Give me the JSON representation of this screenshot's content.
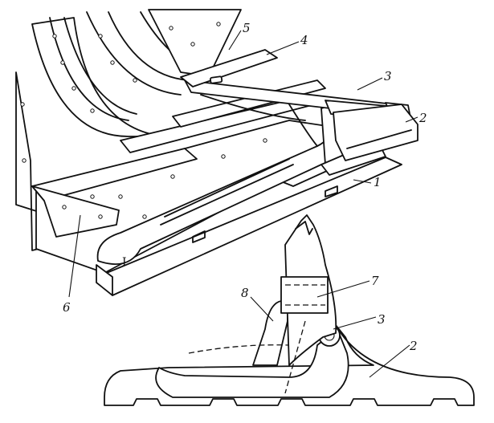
{
  "callouts": [
    {
      "id": "1",
      "text": "1"
    },
    {
      "id": "2",
      "text": "2"
    },
    {
      "id": "3",
      "text": "3"
    },
    {
      "id": "4",
      "text": "4"
    },
    {
      "id": "5",
      "text": "5"
    },
    {
      "id": "6",
      "text": "6"
    },
    {
      "id": "2b",
      "text": "2"
    },
    {
      "id": "3b",
      "text": "3"
    },
    {
      "id": "7",
      "text": "7"
    },
    {
      "id": "8",
      "text": "8"
    }
  ],
  "end_mark": "I"
}
